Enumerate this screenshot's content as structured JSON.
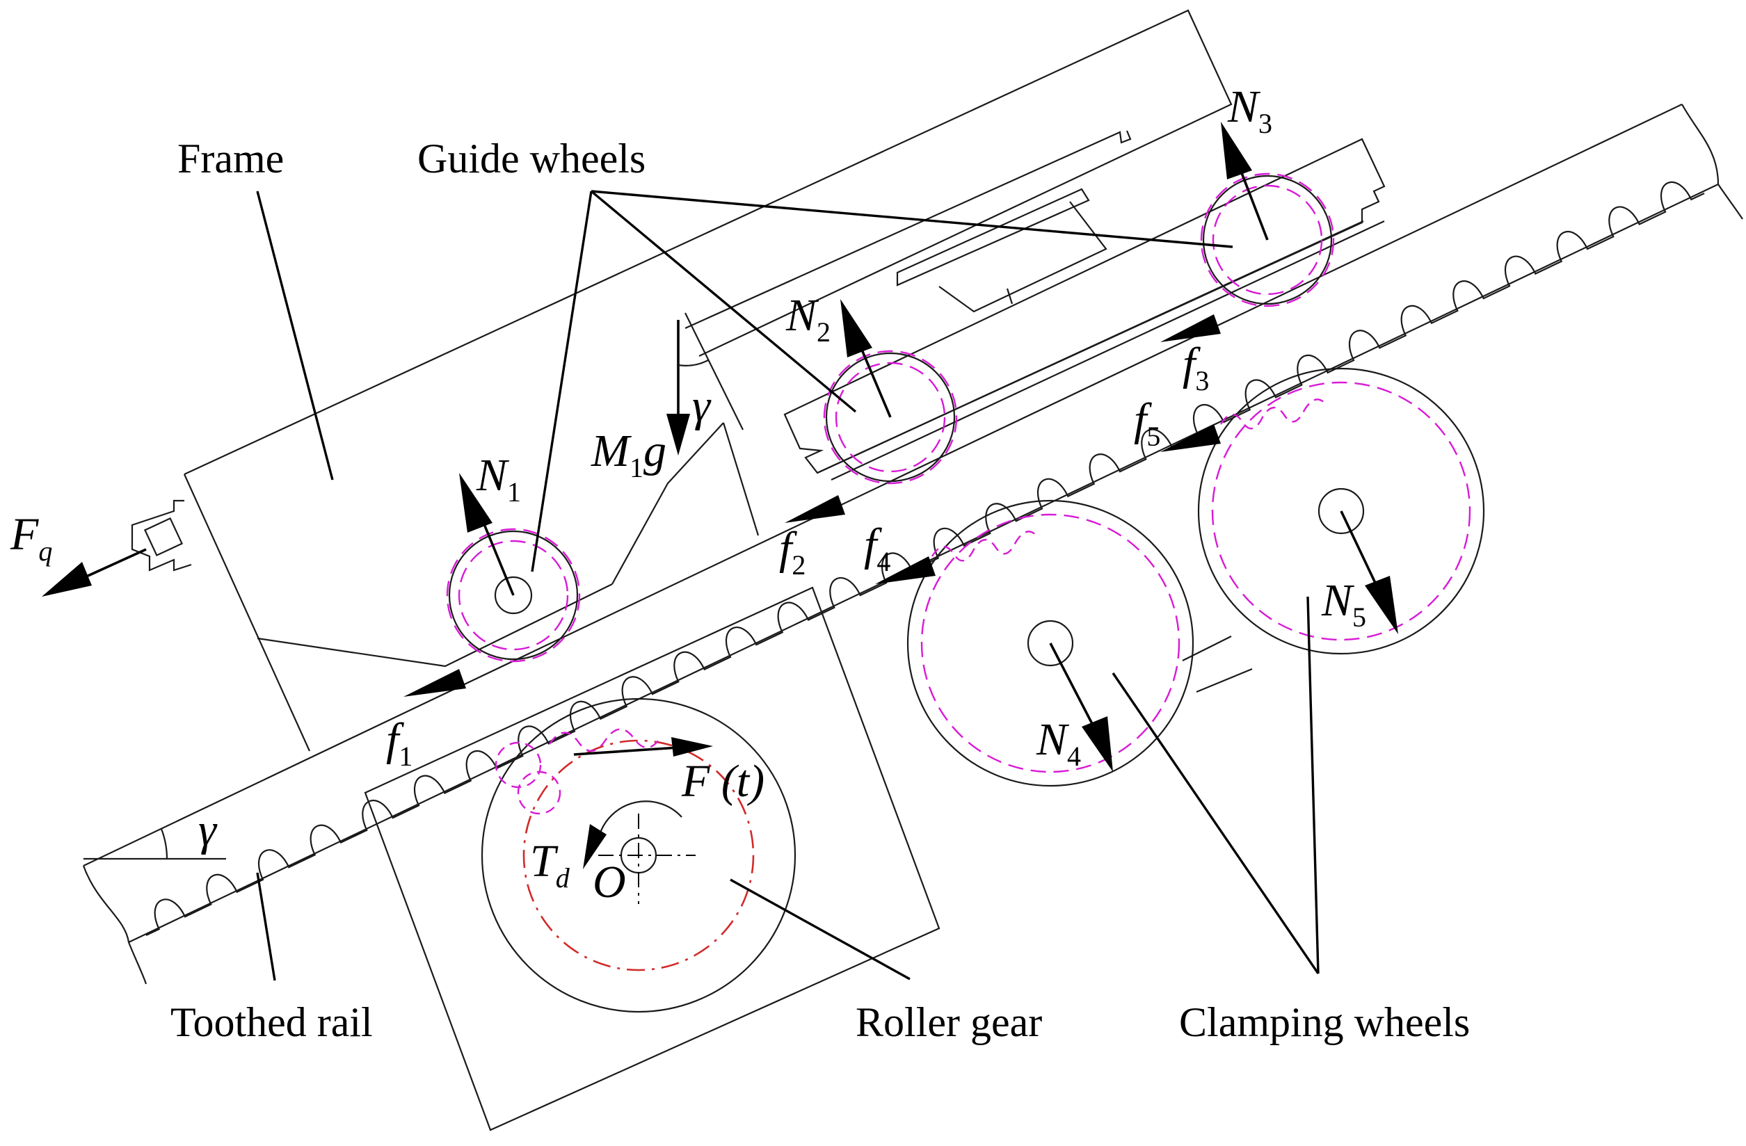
{
  "labels": {
    "frame": "Frame",
    "guide_wheels": "Guide wheels",
    "toothed_rail": "Toothed rail",
    "roller_gear": "Roller gear",
    "clamping_wheels": "Clamping wheels"
  },
  "symbols": {
    "N1": {
      "base": "N",
      "sub": "1"
    },
    "N2": {
      "base": "N",
      "sub": "2"
    },
    "N3": {
      "base": "N",
      "sub": "3"
    },
    "N4": {
      "base": "N",
      "sub": "4"
    },
    "N5": {
      "base": "N",
      "sub": "5"
    },
    "f1": {
      "base": "f",
      "sub": "1"
    },
    "f2": {
      "base": "f",
      "sub": "2"
    },
    "f3": {
      "base": "f",
      "sub": "3"
    },
    "f4": {
      "base": "f",
      "sub": "4"
    },
    "f5": {
      "base": "f",
      "sub": "5"
    },
    "Fq": {
      "base": "F",
      "sub": "q"
    },
    "M1g": {
      "base": "M",
      "sub": "1",
      "tail": "g"
    },
    "Td": {
      "base": "T",
      "sub": "d"
    },
    "Ft": {
      "text": "F (t)"
    },
    "O": {
      "text": "O"
    },
    "gamma_top": {
      "text": "γ"
    },
    "gamma_bottom": {
      "text": "γ"
    }
  },
  "colors": {
    "line": "#1a1a1a",
    "pitch_circle_guide": "#d81ad6",
    "pitch_circle_gear": "#d12a2a"
  }
}
